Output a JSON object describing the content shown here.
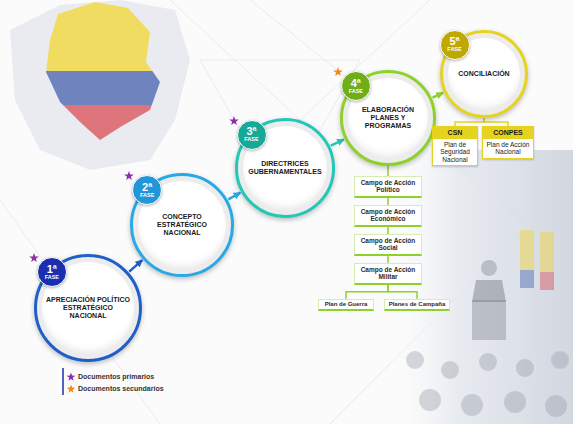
{
  "diagram": {
    "nodes": [
      {
        "text": [
          "1ª",
          "FASE"
        ]
      },
      {
        "text": [
          "APRECIACIÓN POLÍTICO ESTRATÉGICO NACIONAL"
        ]
      },
      {
        "text": [
          "2ª",
          "FASE"
        ]
      },
      {
        "text": [
          "CONCEPTO ESTRATÉGICO NACIONAL"
        ]
      },
      {
        "text": [
          "3ª",
          "FASE"
        ]
      },
      {
        "text": [
          "DIRECTRICES GUBERNAMENTALES"
        ]
      },
      {
        "text": [
          "4ª",
          "FASE"
        ]
      },
      {
        "text": [
          "ELABORACIÓN PLANES Y PROGRAMAS"
        ]
      },
      {
        "text": [
          "5ª",
          "FASE"
        ]
      },
      {
        "text": [
          "CONCILIACIÓN"
        ]
      },
      {
        "text": [
          "CSN",
          "Plan de Seguridad Nacional"
        ]
      },
      {
        "text": [
          "CONPES",
          "Plan de Acción Nacional"
        ]
      },
      {
        "text": [
          "Campo de Acción Político"
        ]
      },
      {
        "text": [
          "Campo de Acción Económico"
        ]
      },
      {
        "text": [
          "Campo de Acción Social"
        ]
      },
      {
        "text": [
          "Campo de Acción Militar"
        ]
      },
      {
        "text": [
          "Plan de Guerra"
        ]
      },
      {
        "text": [
          "Planes de Campaña"
        ]
      }
    ],
    "edges": [
      {
        "from": 1,
        "to": 3,
        "arrow": "to"
      },
      {
        "from": 3,
        "to": 5,
        "arrow": "to"
      },
      {
        "from": 5,
        "to": 7,
        "arrow": "to"
      },
      {
        "from": 7,
        "to": 9,
        "arrow": "to"
      },
      {
        "from": 7,
        "to": 12,
        "arrow": "none"
      },
      {
        "from": 12,
        "to": 13,
        "arrow": "none"
      },
      {
        "from": 13,
        "to": 14,
        "arrow": "none"
      },
      {
        "from": 14,
        "to": 15,
        "arrow": "none"
      },
      {
        "from": 15,
        "to": 16,
        "arrow": "none"
      },
      {
        "from": 15,
        "to": 17,
        "arrow": "none"
      },
      {
        "from": 9,
        "to": 10,
        "arrow": "none"
      },
      {
        "from": 9,
        "to": 11,
        "arrow": "none"
      }
    ],
    "legend": [
      {
        "text": "Documentos primarios"
      },
      {
        "text": "Documentos secundarios"
      }
    ]
  }
}
